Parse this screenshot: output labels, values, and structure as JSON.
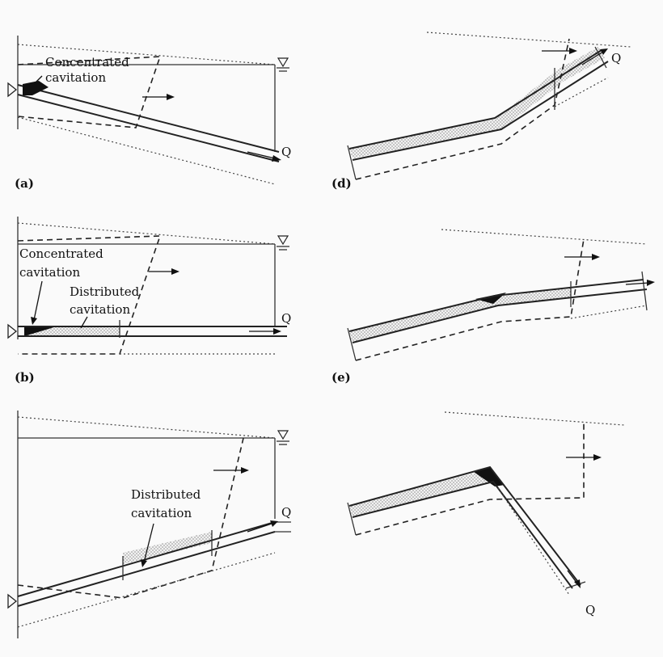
{
  "labels": {
    "concentrated_cavitation_line1": "Concentrated",
    "concentrated_cavitation_line2": "cavitation",
    "distributed_cavitation_line1": "Distributed",
    "distributed_cavitation_line2": "cavitation",
    "flow": "Q"
  },
  "panels": {
    "a": "(a)",
    "b": "(b)",
    "d": "(d)",
    "e": "(e)"
  },
  "colors": {
    "ink": "#222222",
    "background": "#fafafa"
  }
}
